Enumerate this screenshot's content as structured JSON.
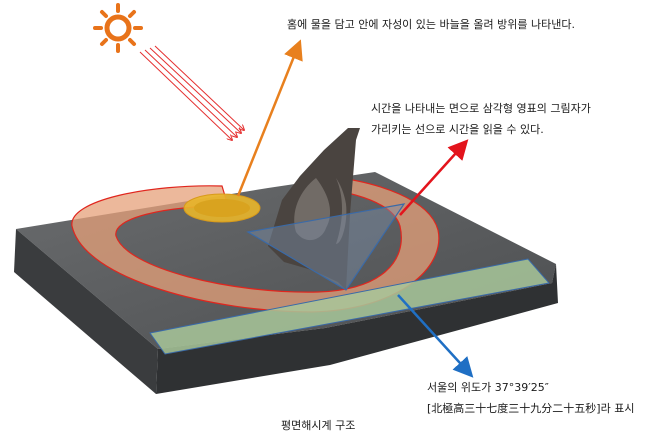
{
  "annotations": {
    "water_bowl": "홈에 물을 담고 안에 자성이 있는 바늘을 올려 방위를 나타낸다.",
    "time_line_1": "시간을 나타내는 면으로 삼각형 영표의 그림자가",
    "time_line_2": "가리키는  선으로 시간을 읽을 수 있다.",
    "latitude_line_1": "서울의 위도가 37°39′25″",
    "latitude_line_2": "[北極高三十七度三十九分二十五秒]라 표시"
  },
  "caption": "평면해시계 구조",
  "colors": {
    "sun": "#e8731a",
    "sun_rays": "#e53030",
    "arrow_bowl": "#e8801e",
    "arrow_time": "#e3141c",
    "arrow_latitude": "#1f6fc4",
    "base_top": "#555759",
    "base_side": "#3b3d3f",
    "time_ring": "#e6a07a",
    "latitude_strip": "#a8c79a",
    "gnomon": "#3f3a36",
    "bowl": "#e9b62a"
  },
  "icons": {
    "sun": "sun-icon"
  }
}
